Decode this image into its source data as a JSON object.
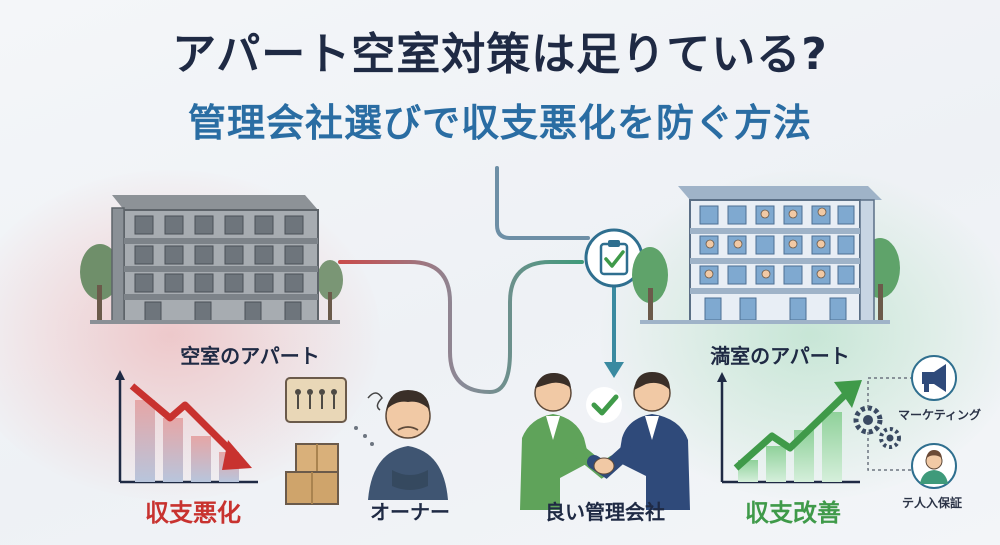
{
  "title": "アパート空室対策は足りている?",
  "subtitle": "管理会社選びで収支悪化を防ぐ方法",
  "left": {
    "building_label": "空室のアパート",
    "chart_label": "収支悪化",
    "owner_label": "オーナー"
  },
  "right": {
    "building_label": "満室のアパート",
    "company_label": "良い管理会社",
    "chart_label": "収支改善",
    "marketing_label": "マーケティング",
    "guarantee_label": "テ人入保証"
  },
  "colors": {
    "title": "#1f2a44",
    "subtitle": "#2a6da3",
    "negative": "#c8322f",
    "positive": "#3f9a49"
  }
}
